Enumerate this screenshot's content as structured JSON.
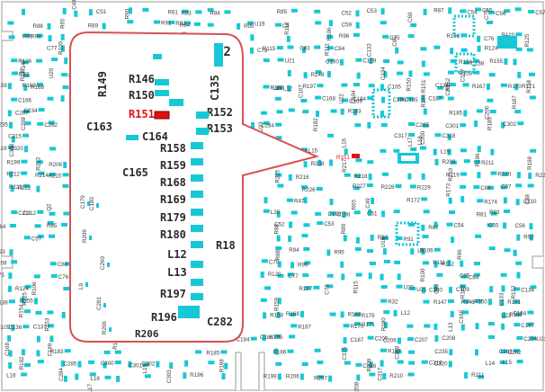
{
  "board": {
    "highlight_color": "#e01010",
    "pad_color": "#16c8d6",
    "outline_color": "#9a9a9a",
    "callout_color": "#d85050",
    "selected_ref": "R151"
  },
  "callout_labels": [
    "R149",
    "R146",
    "R150",
    "R151",
    "C135",
    "C163",
    "C164",
    "R152",
    "R153",
    "R158",
    "R159",
    "R168",
    "R169",
    "R179",
    "R180",
    "L12",
    "L13",
    "R197",
    "R196",
    "C165",
    "C282",
    "R18",
    "U2",
    "R206"
  ],
  "mini_callout_labels": [
    "C179",
    "C180",
    "R209",
    "C260",
    "L9",
    "C281",
    "R206"
  ],
  "board_labels": [
    "R65",
    "C49",
    "C51",
    "R81",
    "R83",
    "R84",
    "R85",
    "C52",
    "C53",
    "R87",
    "C54",
    "C55",
    "C56",
    "C57",
    "R88",
    "R89",
    "R90",
    "R91",
    "R92",
    "R93",
    "R94",
    "R95",
    "U19",
    "L5",
    "R106",
    "C59",
    "C60",
    "C70",
    "R98",
    "R99",
    "R100",
    "R112",
    "R111",
    "R96",
    "C75",
    "R106",
    "C76",
    "R120",
    "C77",
    "C78",
    "R115",
    "C83",
    "C84",
    "C85",
    "R124",
    "R125",
    "R126",
    "R127",
    "U20",
    "U21",
    "C100",
    "C109",
    "C133",
    "C134",
    "C138",
    "R154",
    "R155",
    "R32",
    "R147",
    "R149",
    "R146",
    "R150",
    "R151",
    "R152",
    "R153",
    "R158",
    "R159",
    "R168",
    "R169",
    "R179",
    "R180",
    "L12",
    "L13",
    "R197",
    "U22",
    "C104",
    "C105",
    "C136",
    "C137",
    "R167",
    "R170",
    "R171",
    "C166",
    "C167",
    "C168",
    "C169",
    "C184",
    "C185",
    "C186",
    "C187",
    "C205",
    "C206",
    "C207",
    "C208",
    "C234",
    "U23",
    "R182",
    "R183",
    "R184",
    "R185",
    "R186",
    "R187",
    "C235",
    "C262",
    "C283",
    "C284",
    "C285",
    "C300",
    "C301",
    "C302",
    "C303",
    "C315",
    "C316",
    "C317",
    "C318",
    "C319",
    "C320",
    "L14",
    "L15",
    "L16",
    "L17",
    "L18",
    "L19",
    "R196",
    "R198",
    "R199",
    "R206",
    "R207",
    "R208",
    "R209",
    "R210",
    "R211",
    "R212",
    "R213",
    "R214",
    "R215",
    "R216",
    "R217",
    "R218",
    "R219",
    "R220",
    "R221",
    "R222",
    "R223",
    "R224",
    "R225",
    "R226",
    "R227",
    "R228",
    "R229",
    "C86",
    "C87",
    "C88",
    "R47",
    "R172",
    "R173",
    "R174",
    "C210",
    "C211",
    "C212",
    "Q2",
    "L20",
    "C198",
    "C199"
  ]
}
